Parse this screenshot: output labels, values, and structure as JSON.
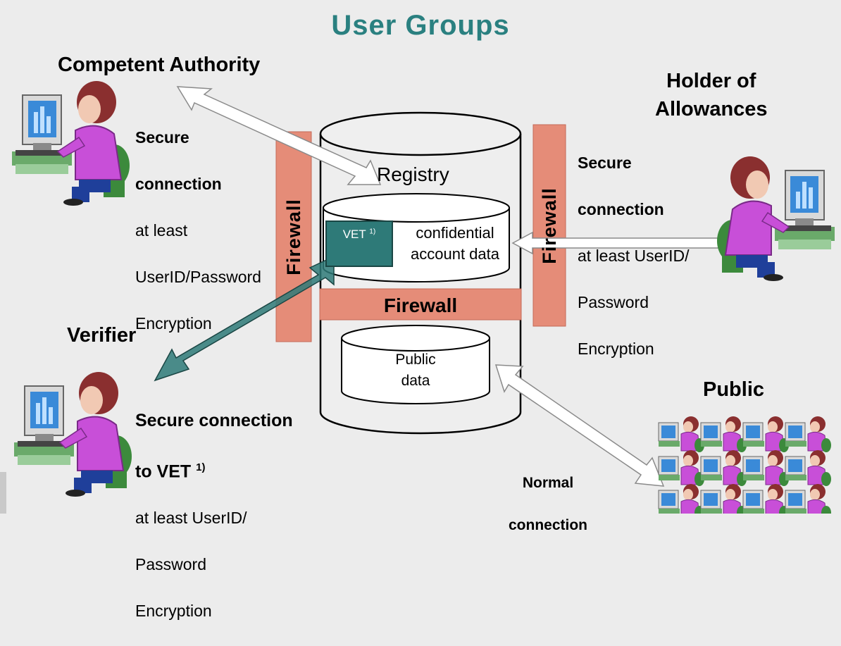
{
  "title": "User Groups",
  "groups": {
    "competent_authority": {
      "label": "Competent Authority",
      "connection": [
        "Secure",
        "connection",
        "at least",
        "UserID/Password",
        "Encryption"
      ]
    },
    "holder": {
      "label": "Holder of\nAllowances",
      "connection": [
        "Secure",
        "connection",
        "at least UserID/",
        "Password",
        "Encryption"
      ]
    },
    "verifier": {
      "label": "Verifier",
      "connection": [
        "Secure connection",
        "to VET 1)",
        "at least UserID/",
        "Password",
        "Encryption"
      ]
    },
    "public": {
      "label": "Public",
      "connection": [
        "Normal",
        "connection"
      ]
    }
  },
  "registry": {
    "label": "Registry",
    "confidential": "confidential\naccount data",
    "vet": "VET 1)",
    "public_data": "Public\ndata"
  },
  "firewalls": {
    "left": "Firewall",
    "right": "Firewall",
    "middle": "Firewall"
  },
  "colors": {
    "title": "#2a8080",
    "firewall": "#e58c78",
    "vet": "#2e7a78",
    "vet_arrow": "#2e7a78",
    "person_shirt": "#c84fd8",
    "chair": "#3c8a3c",
    "monitor": "#3a8ad8"
  }
}
